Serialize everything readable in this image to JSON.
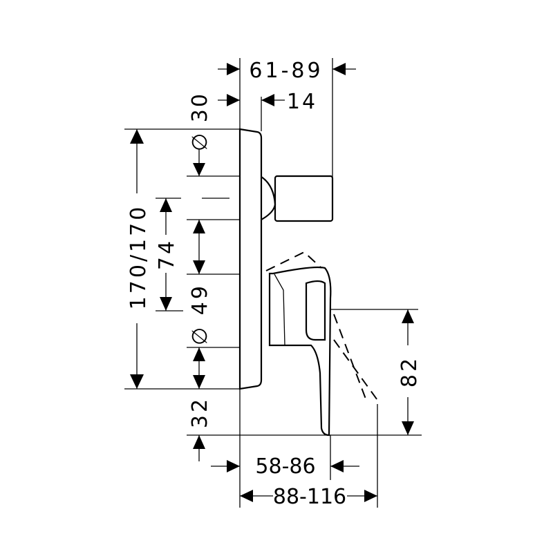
{
  "dimensions": {
    "d_61_89": "61-89",
    "d_14": "14",
    "d_dia30": "∅ 30",
    "d_170": "170/170",
    "d_74": "74",
    "d_dia49": "∅ 49",
    "d_32": "32",
    "d_82": "82",
    "d_58_86": "58-86",
    "d_88_116": "88-116"
  }
}
